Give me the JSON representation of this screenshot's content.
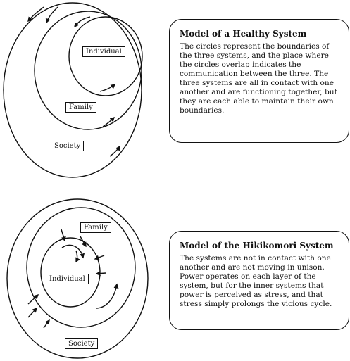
{
  "healthy": {
    "title": "Model of a Healthy System",
    "body": "The circles represent the boundaries of the three systems, and the place where the circles overlap indicates the communication between the three. The three systems are all in contact with one another and are functioning together, but they are each able to maintain their own boundaries.",
    "labels": {
      "individual": "Individual",
      "family": "Family",
      "society": "Society"
    }
  },
  "hikikomori": {
    "title": "Model of the Hikikomori System",
    "body": "The systems are not in contact with one another and are not moving in unison. Power operates on each layer of the system, but for the inner systems that power is perceived as stress, and that stress simply prolongs the vicious cycle.",
    "labels": {
      "individual": "Individual",
      "family": "Family",
      "society": "Society"
    }
  }
}
